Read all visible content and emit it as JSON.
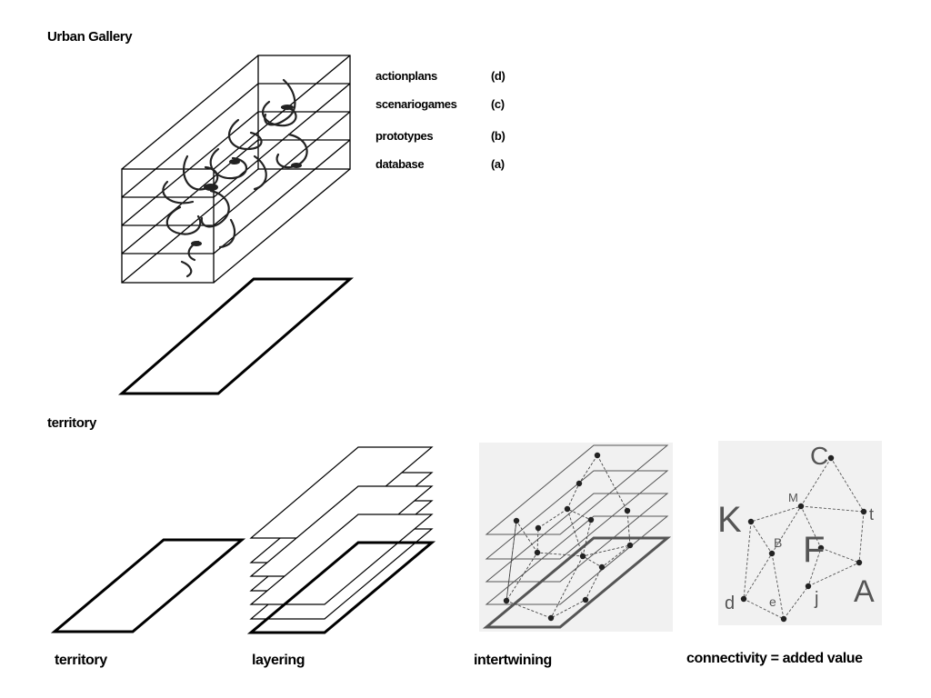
{
  "title": "Urban Gallery",
  "territory_label": "territory",
  "legend": [
    {
      "label": "actionplans",
      "code": "(d)"
    },
    {
      "label": "scenariogames",
      "code": "(c)"
    },
    {
      "label": "prototypes",
      "code": "(b)"
    },
    {
      "label": "database",
      "code": "(a)"
    }
  ],
  "captions": {
    "territory": "territory",
    "layering": "layering",
    "intertwining": "intertwining",
    "connectivity": "connectivity = added value"
  },
  "graph_nodes": [
    "C",
    "M",
    "t",
    "K",
    "B",
    "F",
    "d",
    "e",
    "j",
    "A"
  ]
}
